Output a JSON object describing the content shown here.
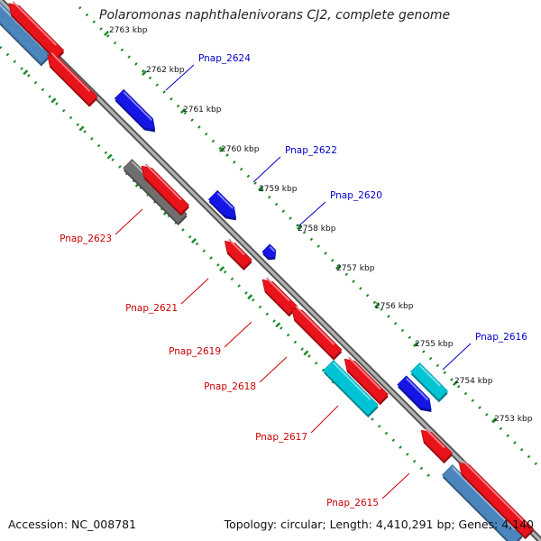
{
  "title": "Polaromonas naphthalenivorans CJ2, complete genome",
  "footer": {
    "accession": "Accession: NC_008781",
    "summary": "Topology: circular; Length: 4,410,291 bp; Genes: 4,140"
  },
  "colors": {
    "forward_strand_gene": "#1515e6",
    "reverse_strand_gene": "#e8131b",
    "rna_gene": "#00c4d4",
    "pseudogene": "#6f6f6f",
    "steelblue_feature": "#4a86bd",
    "backbone": "#8a8a8a",
    "tick": "#1d8a2a",
    "forward_label": "#0000cc",
    "reverse_label": "#cc0000"
  },
  "kbp_ticks": [
    {
      "label": "2763 kbp"
    },
    {
      "label": "2762 kbp"
    },
    {
      "label": "2761 kbp"
    },
    {
      "label": "2760 kbp"
    },
    {
      "label": "2759 kbp"
    },
    {
      "label": "2758 kbp"
    },
    {
      "label": "2757 kbp"
    },
    {
      "label": "2756 kbp"
    },
    {
      "label": "2755 kbp"
    },
    {
      "label": "2754 kbp"
    },
    {
      "label": "2753 kbp"
    }
  ],
  "forward_labels": [
    "Pnap_2624",
    "Pnap_2622",
    "Pnap_2620",
    "Pnap_2616"
  ],
  "reverse_labels": [
    "Pnap_2623",
    "Pnap_2621",
    "Pnap_2619",
    "Pnap_2618",
    "Pnap_2617",
    "Pnap_2615"
  ]
}
